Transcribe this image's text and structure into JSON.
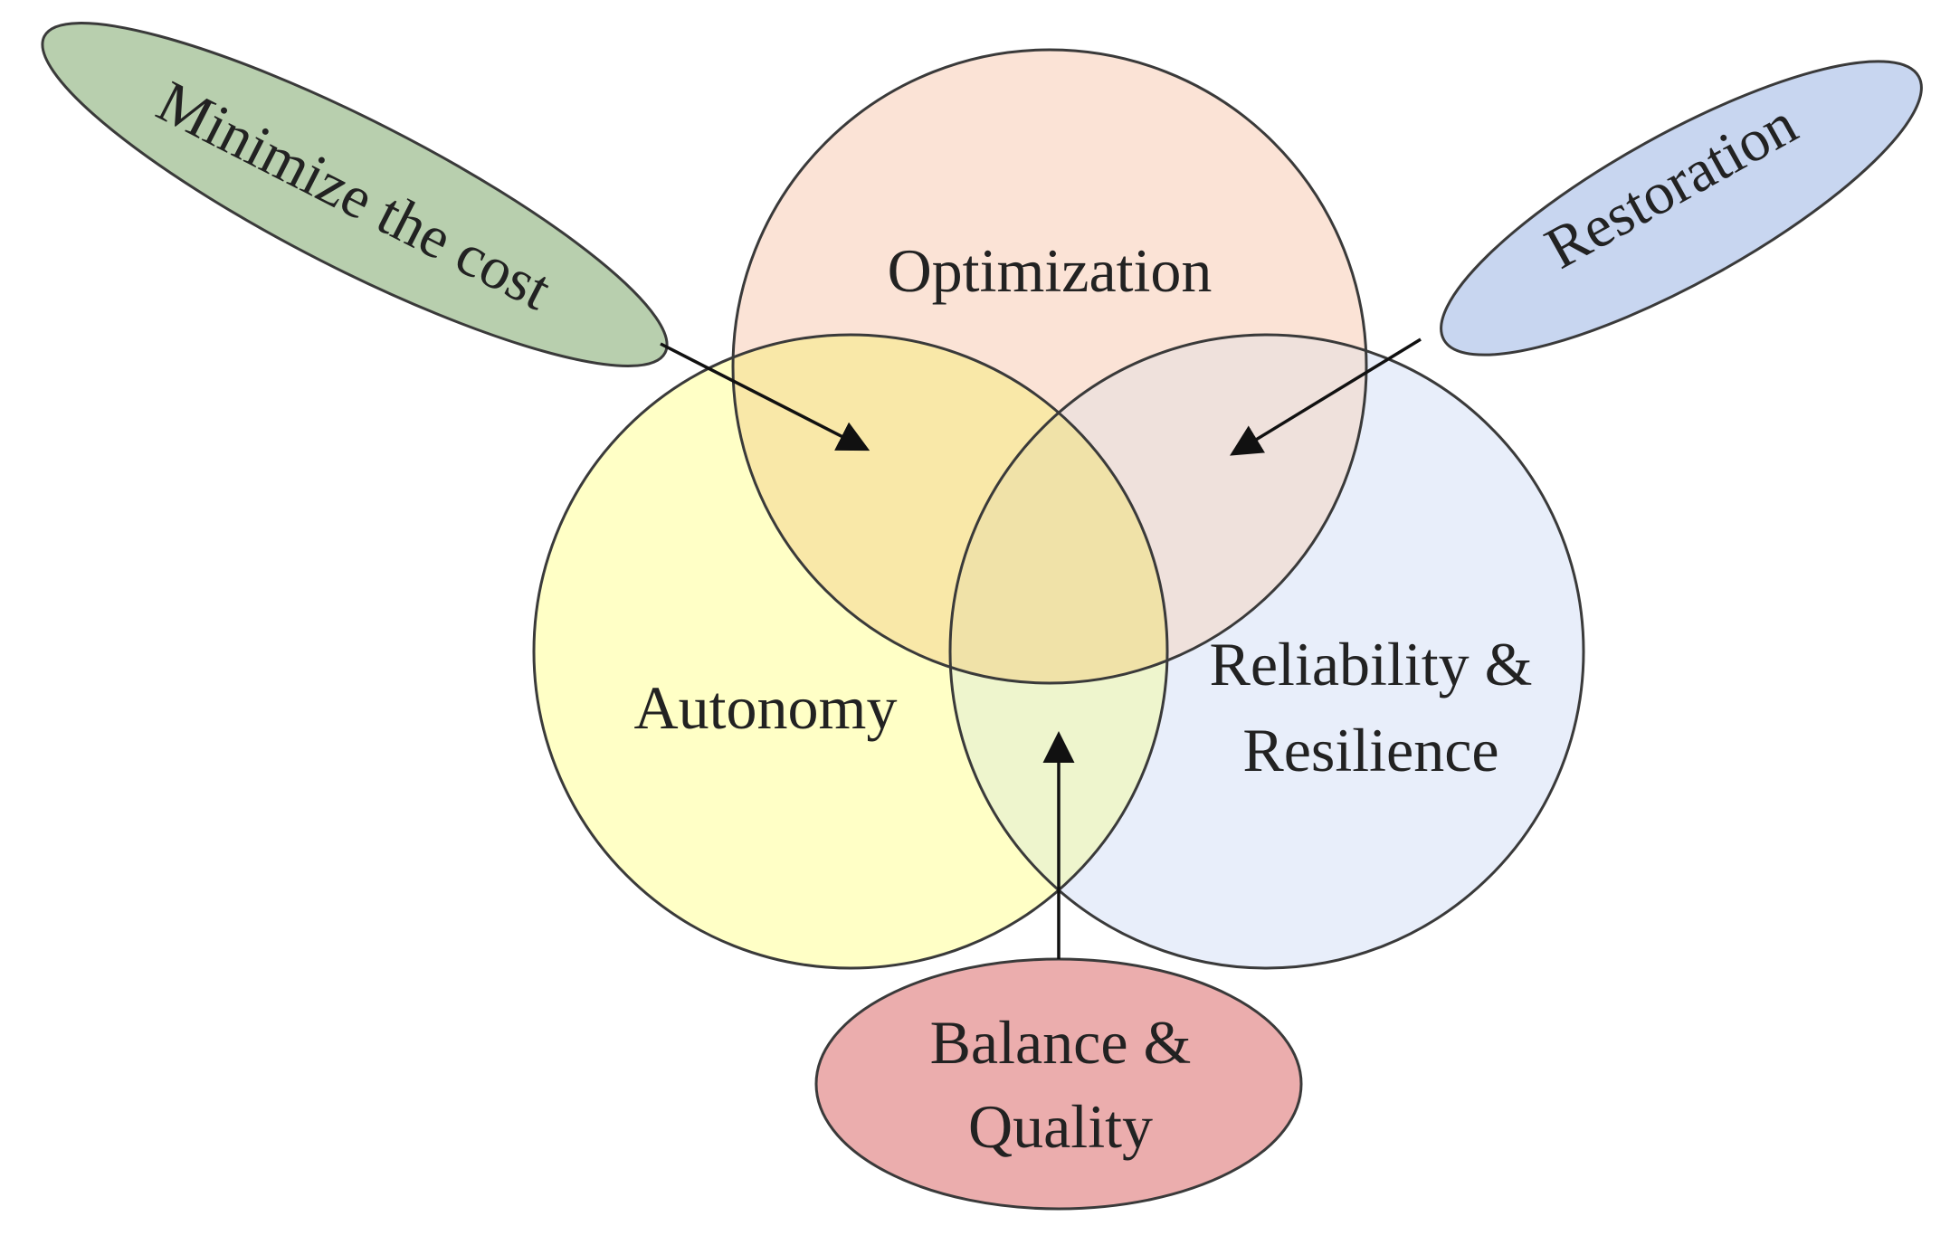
{
  "circles": {
    "optimization": {
      "label": "Optimization",
      "fill": "#fbe3d6"
    },
    "autonomy": {
      "label": "Autonomy",
      "fill": "#ffffc6"
    },
    "reliability": {
      "label_line1": "Reliability &",
      "label_line2": "Resilience",
      "fill": "#e8eefa"
    }
  },
  "overlaps": {
    "optimization_autonomy": {
      "fill": "#f9e8a8"
    },
    "optimization_reliability": {
      "fill": "#efe1dc"
    },
    "autonomy_reliability": {
      "fill": "#eef5cd"
    },
    "center": {
      "fill": "#f0e2a8"
    }
  },
  "callouts": {
    "minimize_cost": {
      "label": "Minimize the cost",
      "fill": "#b8cfae"
    },
    "restoration": {
      "label": "Restoration",
      "fill": "#c8d6f0"
    },
    "balance_quality": {
      "label_line1": "Balance &",
      "label_line2": "Quality",
      "fill": "#ebadad"
    }
  }
}
